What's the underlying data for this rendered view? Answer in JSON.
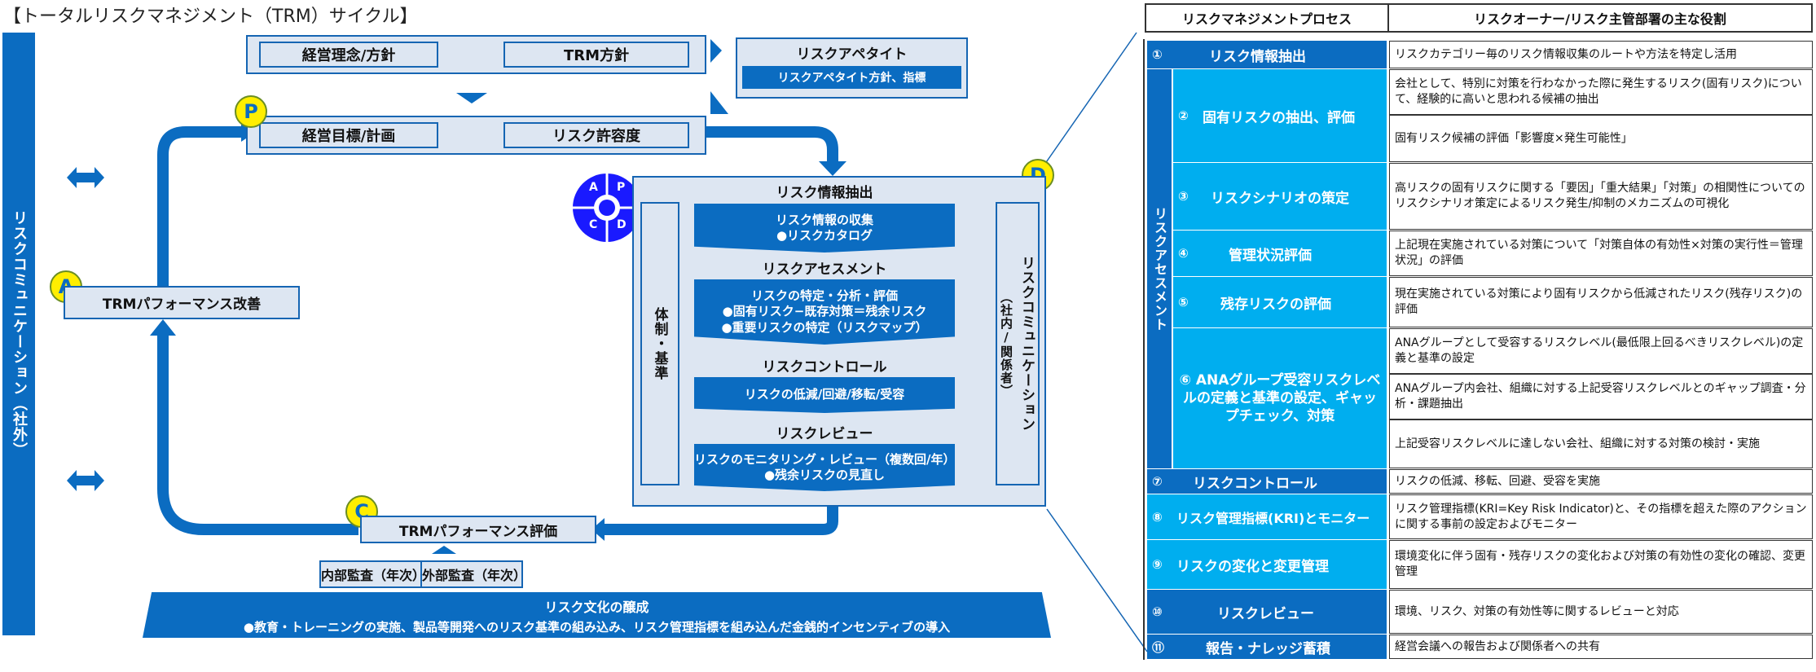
{
  "title": "【トータルリスクマネジメント（TRM）サイクル】",
  "left_bar": {
    "label": "リスクコミュニケーション（社外）"
  },
  "top_row": {
    "philosophy": "経営理念/方針",
    "trm_policy": "TRM方針"
  },
  "appetite": {
    "title": "リスクアペタイト",
    "sub": "リスクアペタイト方針、指標"
  },
  "second_row": {
    "goals": "経営目標/計画",
    "tolerance": "リスク許容度"
  },
  "badges": {
    "p": "P",
    "d": "D",
    "c": "C",
    "a": "A"
  },
  "pdca_circle": {
    "a": "A",
    "p": "P",
    "c": "C",
    "d": "D"
  },
  "improve": "TRMパフォーマンス改善",
  "evaluate": "TRMパフォーマンス評価",
  "audits": {
    "internal": "内部監査（年次）",
    "external": "外部監査（年次）"
  },
  "culture": {
    "title": "リスク文化の醸成",
    "body": "●教育・トレーニングの実施、製品等開発へのリスク基準の組み込み、リスク管理指標を組み込んだ金銭的インセンティブの導入"
  },
  "do_block": {
    "left_label": "体制・基準",
    "right_label": "リスクコミュニケーション",
    "right_sub": "（社内/関係者）",
    "sections": [
      {
        "heading": "リスク情報抽出",
        "lines": [
          "リスク情報の収集",
          "●リスクカタログ"
        ]
      },
      {
        "heading": "リスクアセスメント",
        "lines": [
          "リスクの特定・分析・評価",
          "●固有リスク−既存対策＝残余リスク",
          "●重要リスクの特定（リスクマップ）"
        ]
      },
      {
        "heading": "リスクコントロール",
        "lines": [
          "リスクの低減/回避/移転/受容"
        ]
      },
      {
        "heading": "リスクレビュー",
        "lines": [
          "リスクのモニタリング・レビュー（複数回/年）",
          "●残余リスクの見直し"
        ]
      }
    ]
  },
  "table": {
    "headers": [
      "リスクマネジメントプロセス",
      "リスクオーナー/リスク主管部署の主な役割"
    ],
    "assessment_label": "リスクアセスメント",
    "rows": [
      {
        "num": "①",
        "process": "リスク情報抽出",
        "roles": [
          "リスクカテゴリー毎のリスク情報収集のルートや方法を特定し活用"
        ]
      },
      {
        "num": "②",
        "process": "固有リスクの抽出、評価",
        "roles": [
          "会社として、特別に対策を行わなかった際に発生するリスク(固有リスク)について、経験的に高いと思われる候補の抽出",
          "固有リスク候補の評価「影響度×発生可能性」"
        ]
      },
      {
        "num": "③",
        "process": "リスクシナリオの策定",
        "roles": [
          "高リスクの固有リスクに関する「要因」「重大結果」「対策」の相関性についてのリスクシナリオ策定によるリスク発生/抑制のメカニズムの可視化"
        ]
      },
      {
        "num": "④",
        "process": "管理状況評価",
        "roles": [
          "上記現在実施されている対策について「対策自体の有効性×対策の実行性＝管理状況」の評価"
        ]
      },
      {
        "num": "⑤",
        "process": "残存リスクの評価",
        "roles": [
          "現在実施されている対策により固有リスクから低減されたリスク(残存リスク)の評価"
        ]
      },
      {
        "num": "⑥",
        "process": "ANAグループ受容リスクレベルの定義と基準の設定、ギャップチェック、対策",
        "roles": [
          "ANAグループとして受容するリスクレベル(最低限上回るべきリスクレベル)の定義と基準の設定",
          "ANAグループ内会社、組織に対する上記受容リスクレベルとのギャップ調査・分析・課題抽出",
          "上記受容リスクレベルに達しない会社、組織に対する対策の検討・実施"
        ]
      },
      {
        "num": "⑦",
        "process": "リスクコントロール",
        "roles": [
          "リスクの低減、移転、回避、受容を実施"
        ]
      },
      {
        "num": "⑧",
        "process": "リスク管理指標(KRI)とモニター",
        "roles": [
          "リスク管理指標(KRI=Key Risk Indicator)と、その指標を超えた際のアクションに関する事前の設定およびモニター"
        ]
      },
      {
        "num": "⑨",
        "process": "リスクの変化と変更管理",
        "roles": [
          "環境変化に伴う固有・残存リスクの変化および対策の有効性の変化の確認、変更管理"
        ]
      },
      {
        "num": "⑩",
        "process": "リスクレビュー",
        "roles": [
          "環境、リスク、対策の有効性等に関するレビューと対応"
        ]
      },
      {
        "num": "⑪",
        "process": "報告・ナレッジ蓄積",
        "roles": [
          "経営会議への報告および関係者への共有"
        ]
      }
    ]
  },
  "colors": {
    "dark_blue": "#0b6cc1",
    "light_blue": "#00aeef",
    "box_fill": "#dde6f2",
    "badge_yellow": "#ffee00",
    "pdca_blue": "#1a1aff"
  }
}
